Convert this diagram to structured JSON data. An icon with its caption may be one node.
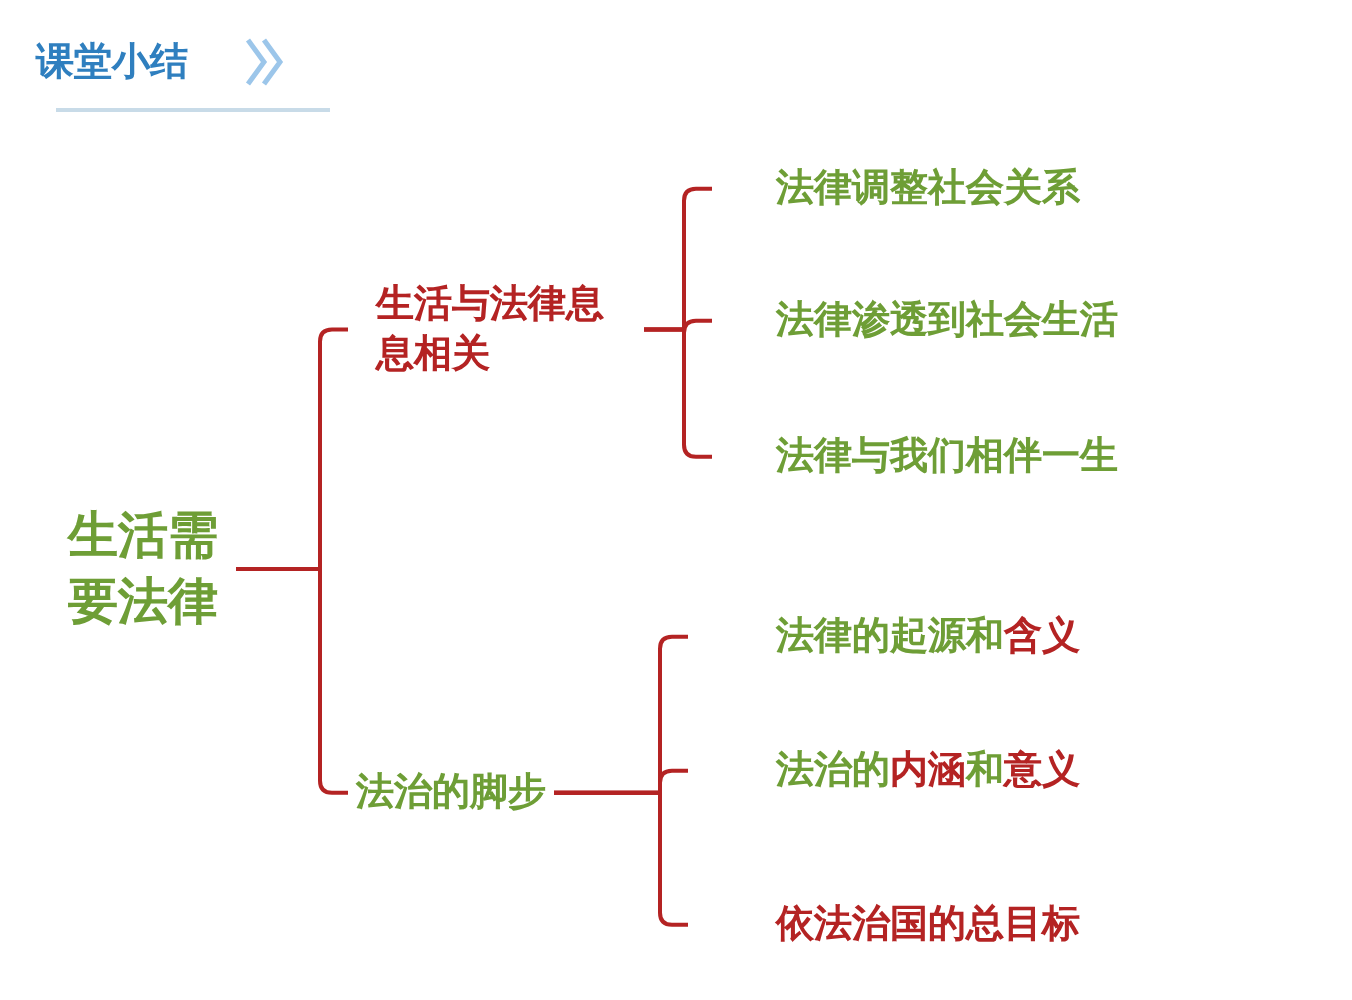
{
  "diagram": {
    "title": "课堂小结",
    "nodes": [
      {
        "text": [
          "生活需要法律"
        ]
      },
      {
        "text": [
          "生活与法律息息相关"
        ]
      },
      {
        "text": [
          "法治的脚步"
        ]
      },
      {
        "text": [
          "法律调整社会关系"
        ]
      },
      {
        "text": [
          "法律渗透到社会生活"
        ]
      },
      {
        "text": [
          "法律与我们相伴一生"
        ]
      },
      {
        "text": [
          "法律的起源和**含义**"
        ]
      },
      {
        "text": [
          "法治的**内涵**和**意义**"
        ]
      },
      {
        "text": [
          "依法治国的总目标"
        ]
      }
    ],
    "edges": [
      {
        "from": 0,
        "to": 1,
        "arrow": "none"
      },
      {
        "from": 0,
        "to": 2,
        "arrow": "none"
      },
      {
        "from": 1,
        "to": 3,
        "arrow": "none"
      },
      {
        "from": 1,
        "to": 4,
        "arrow": "none"
      },
      {
        "from": 1,
        "to": 5,
        "arrow": "none"
      },
      {
        "from": 2,
        "to": 6,
        "arrow": "none"
      },
      {
        "from": 2,
        "to": 7,
        "arrow": "none"
      },
      {
        "from": 2,
        "to": 8,
        "arrow": "none"
      }
    ]
  }
}
